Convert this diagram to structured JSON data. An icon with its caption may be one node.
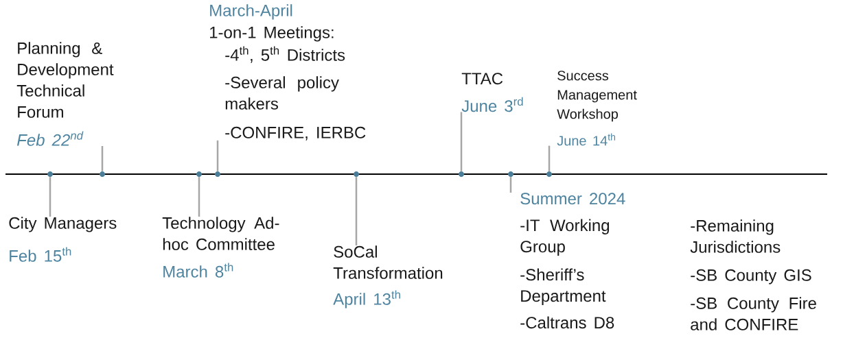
{
  "diagram": {
    "nodes": [
      {
        "text": [
          "City Managers",
          "Feb 15$^{th}$"
        ]
      },
      {
        "text": [
          "Planning & Development Technical Forum",
          "Feb 22$^{nd}$"
        ]
      },
      {
        "text": [
          "Technology Ad-hoc Committee",
          "March 8$^{th}$"
        ]
      },
      {
        "text": [
          "March-April",
          "1-on-1 Meetings:",
          "-4$^{th}$, 5$^{th}$ Districts",
          "-Several policy makers",
          "-CONFIRE, IERBC"
        ]
      },
      {
        "text": [
          "SoCal Transformation",
          "April 13$^{th}$"
        ]
      },
      {
        "text": [
          "TTAC",
          "June 3$^{rd}$"
        ]
      },
      {
        "text": [
          "Summer 2024",
          "-IT Working Group",
          "-Sheriff’s Department",
          "-Caltrans D8"
        ]
      },
      {
        "text": [
          "Success Management Workshop",
          "June 14$^{th}$"
        ]
      },
      {
        "text": [],
        "shape": "circle"
      },
      {
        "text": [],
        "shape": "circle"
      },
      {
        "text": [],
        "shape": "circle"
      },
      {
        "text": [],
        "shape": "circle"
      },
      {
        "text": [],
        "shape": "circle"
      },
      {
        "text": [],
        "shape": "circle"
      },
      {
        "text": [],
        "shape": "circle"
      },
      {
        "text": [],
        "shape": "circle"
      }
    ],
    "edges": [
      {
        "from": 0,
        "to": 8,
        "arrow": "none"
      },
      {
        "from": 1,
        "to": 9,
        "arrow": "none"
      },
      {
        "from": 2,
        "to": 10,
        "arrow": "none"
      },
      {
        "from": 3,
        "to": 11,
        "arrow": "none"
      },
      {
        "from": 4,
        "to": 12,
        "arrow": "none"
      },
      {
        "from": 5,
        "to": 13,
        "arrow": "none"
      },
      {
        "from": 6,
        "to": 14,
        "arrow": "none"
      },
      {
        "from": 7,
        "to": 15,
        "arrow": "none"
      }
    ],
    "labels": [
      "-Remaining Jurisdictions",
      "-SB County GIS",
      "-SB County Fire and CONFIRE"
    ]
  }
}
